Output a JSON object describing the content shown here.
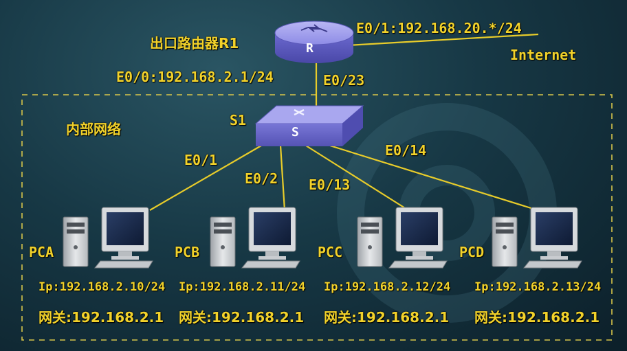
{
  "router": {
    "name": "出口路由器R1",
    "icon_letter": "R",
    "wan_port": "E0/1:192.168.20.*/24",
    "lan_port": "E0/0:192.168.2.1/24",
    "uplink_port": "E0/23"
  },
  "internet_label": "Internet",
  "switch": {
    "name": "S1",
    "icon_letter": "S"
  },
  "lan_label": "内部网络",
  "ports": [
    "E0/1",
    "E0/2",
    "E0/13",
    "E0/14"
  ],
  "pcs": [
    {
      "name": "PCA",
      "ip": "Ip:192.168.2.10/24",
      "gateway": "网关:192.168.2.1"
    },
    {
      "name": "PCB",
      "ip": "Ip:192.168.2.11/24",
      "gateway": "网关:192.168.2.1"
    },
    {
      "name": "PCC",
      "ip": "Ip:192.168.2.12/24",
      "gateway": "网关:192.168.2.1"
    },
    {
      "name": "PCD",
      "ip": "Ip:192.168.2.13/24",
      "gateway": "网关:192.168.2.1"
    }
  ],
  "colors": {
    "label": "#f2d22a",
    "link": "#e8cc2a",
    "device": "#7a78d8",
    "border": "#d8c64a"
  }
}
